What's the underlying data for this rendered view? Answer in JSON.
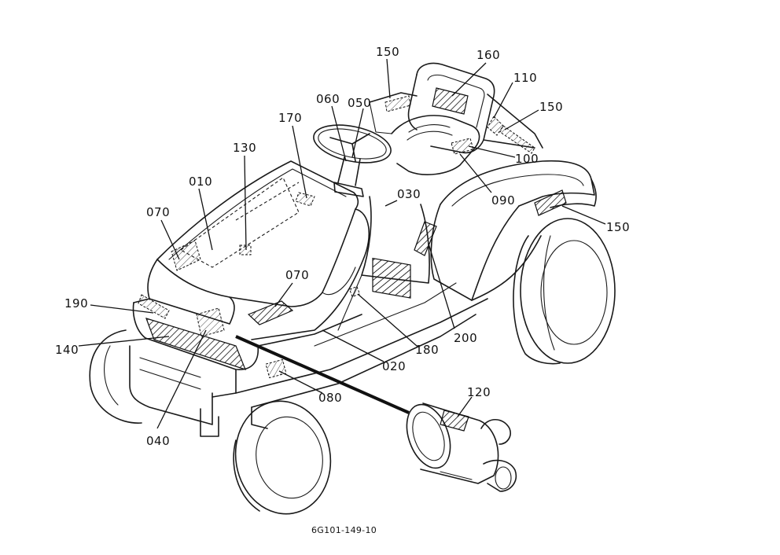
{
  "figure_id": "6G101-149-10",
  "callouts": [
    {
      "id": "010",
      "text": "010"
    },
    {
      "id": "020",
      "text": "020"
    },
    {
      "id": "030",
      "text": "030"
    },
    {
      "id": "040",
      "text": "040"
    },
    {
      "id": "050",
      "text": "050"
    },
    {
      "id": "060",
      "text": "060"
    },
    {
      "id": "070a",
      "text": "070"
    },
    {
      "id": "070b",
      "text": "070"
    },
    {
      "id": "080",
      "text": "080"
    },
    {
      "id": "090",
      "text": "090"
    },
    {
      "id": "100",
      "text": "100"
    },
    {
      "id": "110",
      "text": "110"
    },
    {
      "id": "120",
      "text": "120"
    },
    {
      "id": "130",
      "text": "130"
    },
    {
      "id": "140",
      "text": "140"
    },
    {
      "id": "150a",
      "text": "150"
    },
    {
      "id": "150b",
      "text": "150"
    },
    {
      "id": "150c",
      "text": "150"
    },
    {
      "id": "160",
      "text": "160"
    },
    {
      "id": "170",
      "text": "170"
    },
    {
      "id": "180",
      "text": "180"
    },
    {
      "id": "190",
      "text": "190"
    },
    {
      "id": "200",
      "text": "200"
    }
  ]
}
